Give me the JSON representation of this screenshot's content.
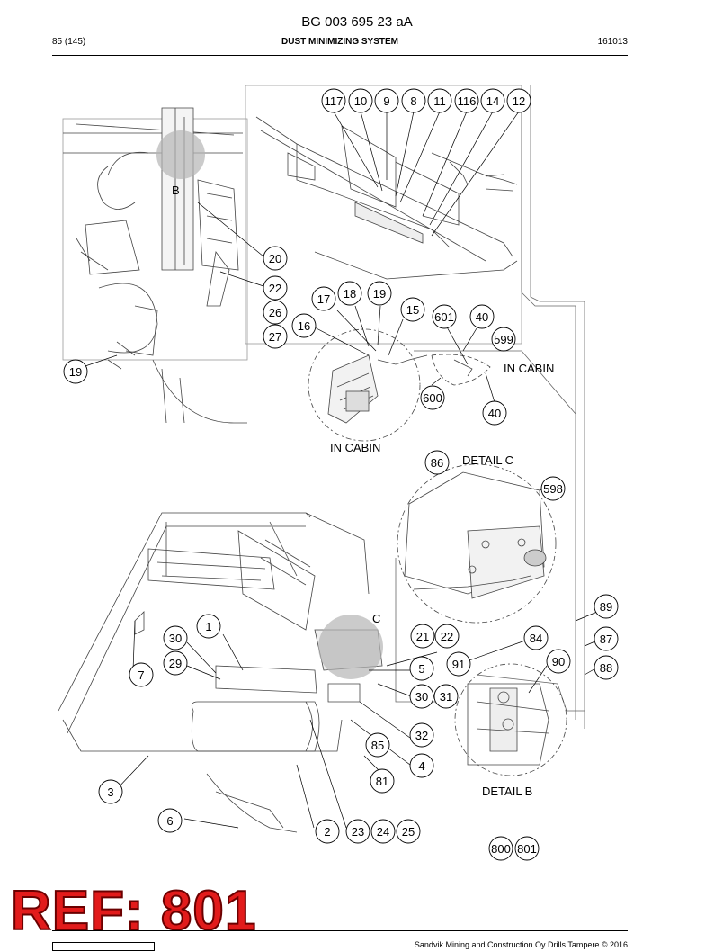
{
  "header": {
    "doc_number": "BG 003 695 23 aA",
    "page": "85 (145)",
    "section_title": "DUST MINIMIZING SYSTEM",
    "date_code": "161013"
  },
  "callouts": [
    "117",
    "10",
    "9",
    "8",
    "11",
    "116",
    "14",
    "12",
    "20",
    "22",
    "26",
    "27",
    "19",
    "17",
    "18",
    "19",
    "15",
    "601",
    "40",
    "599",
    "16",
    "600",
    "40",
    "86",
    "598",
    "89",
    "84",
    "87",
    "90",
    "88",
    "21",
    "22",
    "91",
    "5",
    "30",
    "31",
    "32",
    "85",
    "4",
    "81",
    "1",
    "30",
    "29",
    "7",
    "3",
    "6",
    "2",
    "23",
    "24",
    "25",
    "800",
    "801"
  ],
  "labels": {
    "detail_b_marker": "B",
    "detail_c_marker": "C",
    "in_cabin_1": "IN CABIN",
    "in_cabin_2": "IN CABIN",
    "detail_c": "DETAIL C",
    "detail_b": "DETAIL B"
  },
  "footer": {
    "copyright": "Sandvik Mining and Construction Oy Drills Tampere © 2016"
  },
  "watermark": {
    "text": "REF: 801",
    "color": "#e21b1b"
  }
}
